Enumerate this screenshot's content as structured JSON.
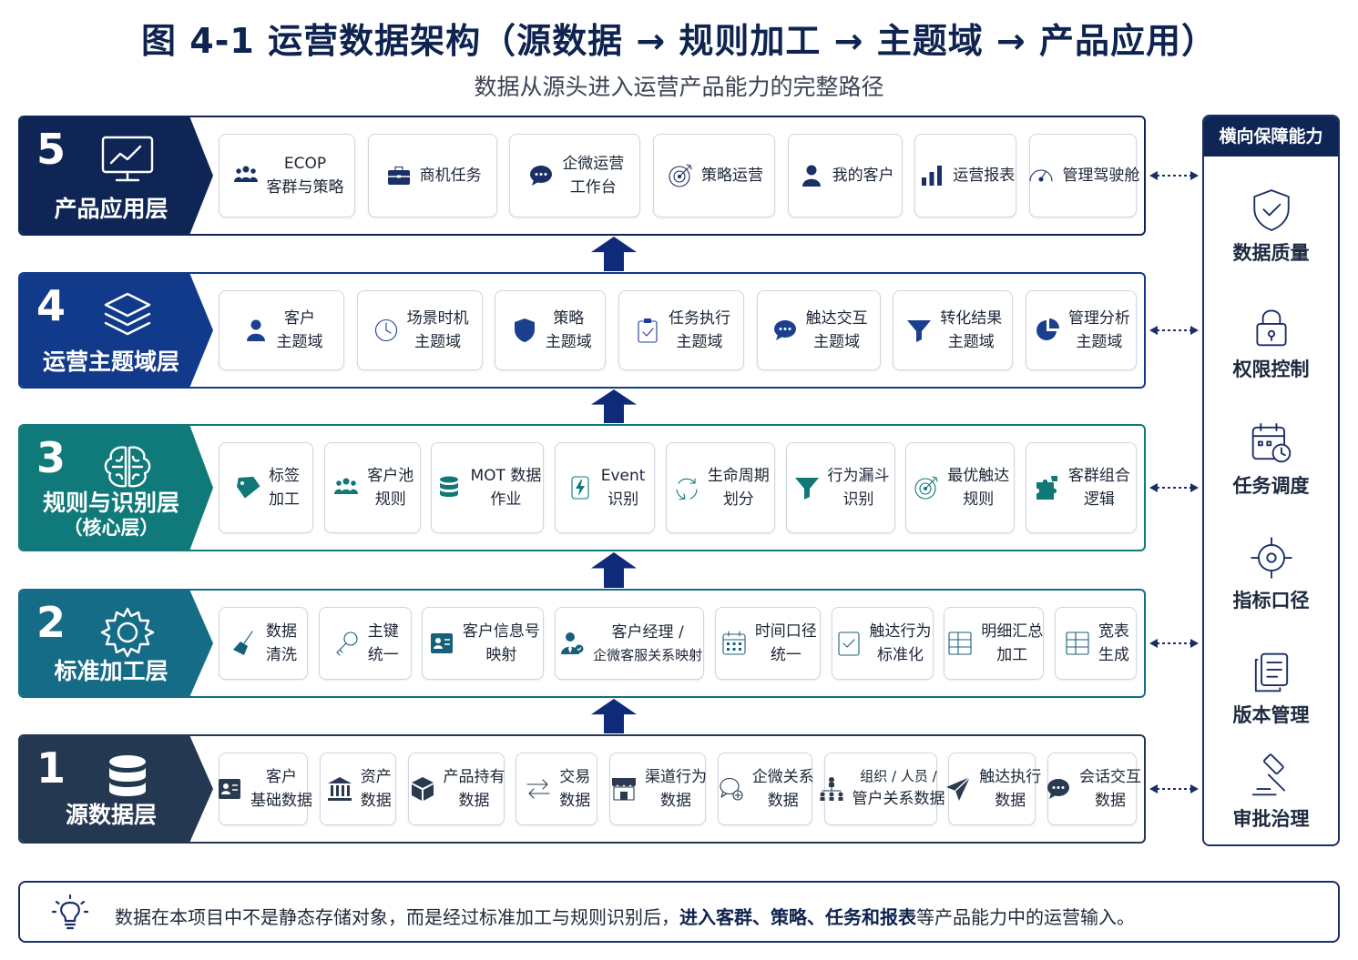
{
  "title": "图 4-1 运营数据架构（源数据 → 规则加工 → 主题域 → 产品应用）",
  "subtitle": "数据从源头进入运营产品能力的完整路径",
  "colors": {
    "layer5": "#0f2556",
    "layer4": "#123a8a",
    "layer3": "#107a7a",
    "layer2": "#156c86",
    "layer1": "#243852",
    "card_icon_5": "#1a2f66",
    "card_icon_4": "#1b3f8f",
    "card_icon_3": "#117777",
    "card_icon_2": "#17607a",
    "card_icon_1": "#2a3a50"
  },
  "layers": [
    {
      "num": "5",
      "name_lines": [
        "产品应用层"
      ],
      "icon": "monitor-chart-icon",
      "cards": [
        {
          "icon": "users-icon",
          "lines": [
            "ECOP",
            "客群与策略"
          ]
        },
        {
          "icon": "briefcase-icon",
          "lines": [
            "商机任务"
          ]
        },
        {
          "icon": "chat-icon",
          "lines": [
            "企微运营",
            "工作台"
          ]
        },
        {
          "icon": "target-icon",
          "lines": [
            "策略运营"
          ]
        },
        {
          "icon": "person-icon",
          "lines": [
            "我的客户"
          ]
        },
        {
          "icon": "bar-chart-icon",
          "lines": [
            "运营报表"
          ]
        },
        {
          "icon": "gauge-icon",
          "lines": [
            "管理驾驶舱"
          ]
        }
      ]
    },
    {
      "num": "4",
      "name_lines": [
        "运营主题域层"
      ],
      "icon": "layers-icon",
      "cards": [
        {
          "icon": "person-icon",
          "lines": [
            "客户",
            "主题域"
          ]
        },
        {
          "icon": "clock-icon",
          "lines": [
            "场景时机",
            "主题域"
          ]
        },
        {
          "icon": "shield-icon",
          "lines": [
            "策略",
            "主题域"
          ]
        },
        {
          "icon": "clipboard-check-icon",
          "lines": [
            "任务执行",
            "主题域"
          ]
        },
        {
          "icon": "chat-icon",
          "lines": [
            "触达交互",
            "主题域"
          ]
        },
        {
          "icon": "funnel-icon",
          "lines": [
            "转化结果",
            "主题域"
          ]
        },
        {
          "icon": "pie-chart-icon",
          "lines": [
            "管理分析",
            "主题域"
          ]
        }
      ]
    },
    {
      "num": "3",
      "name_lines": [
        "规则与识别层",
        "（核心层）"
      ],
      "icon": "brain-icon",
      "cards": [
        {
          "icon": "tag-icon",
          "lines": [
            "标签",
            "加工"
          ]
        },
        {
          "icon": "users-icon",
          "lines": [
            "客户池",
            "规则"
          ]
        },
        {
          "icon": "database-icon",
          "lines": [
            "MOT 数据",
            "作业"
          ]
        },
        {
          "icon": "lightning-icon",
          "lines": [
            "Event",
            "识别"
          ]
        },
        {
          "icon": "cycle-icon",
          "lines": [
            "生命周期",
            "划分"
          ]
        },
        {
          "icon": "funnel-icon",
          "lines": [
            "行为漏斗",
            "识别"
          ]
        },
        {
          "icon": "target-icon",
          "lines": [
            "最优触达",
            "规则"
          ]
        },
        {
          "icon": "puzzle-icon",
          "lines": [
            "客群组合",
            "逻辑"
          ]
        }
      ]
    },
    {
      "num": "2",
      "name_lines": [
        "标准加工层"
      ],
      "icon": "gear-icon",
      "cards": [
        {
          "icon": "broom-icon",
          "lines": [
            "数据",
            "清洗"
          ]
        },
        {
          "icon": "key-icon",
          "lines": [
            "主键",
            "统一"
          ]
        },
        {
          "icon": "id-card-icon",
          "lines": [
            "客户信息号",
            "映射"
          ]
        },
        {
          "icon": "person-tie-icon",
          "lines": [
            "客户经理 /",
            "企微客服关系映射"
          ]
        },
        {
          "icon": "calendar-icon",
          "lines": [
            "时间口径",
            "统一"
          ]
        },
        {
          "icon": "checklist-icon",
          "lines": [
            "触达行为",
            "标准化"
          ]
        },
        {
          "icon": "table-icon",
          "lines": [
            "明细汇总",
            "加工"
          ]
        },
        {
          "icon": "table-icon",
          "lines": [
            "宽表",
            "生成"
          ]
        }
      ]
    },
    {
      "num": "1",
      "name_lines": [
        "源数据层"
      ],
      "icon": "database-icon",
      "cards": [
        {
          "icon": "id-card-icon",
          "lines": [
            "客户",
            "基础数据"
          ]
        },
        {
          "icon": "bank-icon",
          "lines": [
            "资产",
            "数据"
          ]
        },
        {
          "icon": "box-icon",
          "lines": [
            "产品持有",
            "数据"
          ]
        },
        {
          "icon": "swap-icon",
          "lines": [
            "交易",
            "数据"
          ]
        },
        {
          "icon": "store-icon",
          "lines": [
            "渠道行为",
            "数据"
          ]
        },
        {
          "icon": "chat-link-icon",
          "lines": [
            "企微关系",
            "数据"
          ]
        },
        {
          "icon": "org-icon",
          "lines": [
            "组织 / 人员 /",
            "管户关系数据"
          ]
        },
        {
          "icon": "send-icon",
          "lines": [
            "触达执行",
            "数据"
          ]
        },
        {
          "icon": "chat-icon",
          "lines": [
            "会话交互",
            "数据"
          ]
        }
      ]
    }
  ],
  "side_panel": {
    "title": "横向保障能力",
    "items": [
      {
        "icon": "shield-check-icon",
        "label": "数据质量"
      },
      {
        "icon": "lock-icon",
        "label": "权限控制"
      },
      {
        "icon": "calendar-clock-icon",
        "label": "任务调度"
      },
      {
        "icon": "crosshair-icon",
        "label": "指标口径"
      },
      {
        "icon": "documents-icon",
        "label": "版本管理"
      },
      {
        "icon": "gavel-icon",
        "label": "审批治理"
      }
    ]
  },
  "note": {
    "icon": "lightbulb-icon",
    "text_before": "数据在本项目中不是静态存储对象，而是经过标准加工与规则识别后，",
    "text_bold": "进入客群、策略、任务和报表",
    "text_after": "等产品能力中的运营输入。"
  }
}
